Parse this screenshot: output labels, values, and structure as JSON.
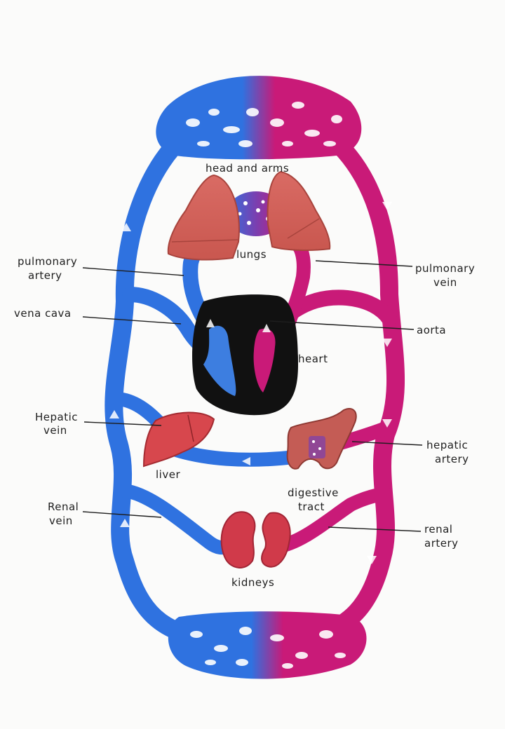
{
  "colors": {
    "vein": "#2f72e0",
    "artery": "#c91a78",
    "organ_red": "#d7474d",
    "lung": "#d56a62",
    "heart": "#111111",
    "label": "#1e1e1e",
    "background": "#fbfbfa"
  },
  "labels": {
    "head_and_arms": "head and arms",
    "lungs": "lungs",
    "pulmonary_artery_1": "pulmonary",
    "pulmonary_artery_2": "artery",
    "pulmonary_vein_1": "pulmonary",
    "pulmonary_vein_2": "vein",
    "vena_cava": "vena cava",
    "aorta": "aorta",
    "heart": "heart",
    "hepatic_vein_1": "Hepatic",
    "hepatic_vein_2": "vein",
    "hepatic_artery_1": "hepatic",
    "hepatic_artery_2": "artery",
    "liver": "liver",
    "digestive_tract_1": "digestive",
    "digestive_tract_2": "tract",
    "renal_vein_1": "Renal",
    "renal_vein_2": "vein",
    "renal_artery_1": "renal",
    "renal_artery_2": "artery",
    "kidneys": "kidneys"
  }
}
